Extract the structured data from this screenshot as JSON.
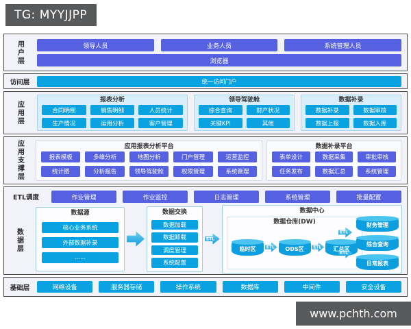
{
  "watermarks": {
    "top": "TG: MYYJJPP",
    "bottom": "www.pchth.com"
  },
  "colors": {
    "purple": "#5661e2",
    "cyan": "#0aa2e0",
    "band_bg": "#f2f3f9",
    "group_bg": "#d9eefb"
  },
  "layers": {
    "user": {
      "label": "用户层",
      "roles": [
        "领导人员",
        "业务人员",
        "系统管理人员"
      ],
      "browser": "浏览器"
    },
    "access": {
      "label": "访问层",
      "portal": "统一访问门户"
    },
    "application": {
      "label": "应用层",
      "groups": [
        {
          "title": "报表分析",
          "items": [
            "合同明细",
            "销售明细",
            "人员统计",
            "生产情况",
            "运用分析",
            "客户管理"
          ]
        },
        {
          "title": "领导驾驶舱",
          "items": [
            "综合查询",
            "财产状况",
            "关键KPI",
            "其他"
          ]
        },
        {
          "title": "数据补录",
          "items": [
            "数据补录",
            "数据审核",
            "数据上报",
            "数据入库"
          ]
        }
      ]
    },
    "support": {
      "label": "应用支撑层",
      "platforms": [
        {
          "title": "应用报表分析平台",
          "items": [
            "报表模板",
            "多维分析",
            "地图分析",
            "门户管理",
            "运营监控",
            "统计图",
            "分析报告",
            "领导驾驶舱",
            "权限管理",
            "系统管理"
          ]
        },
        {
          "title": "数据补录平台",
          "items": [
            "表单设计",
            "数据采集",
            "审批审核",
            "任务发布",
            "数据汇总",
            "系统管理"
          ]
        }
      ]
    },
    "etl": {
      "label": "ETL调度",
      "items": [
        "作业管理",
        "作业监控",
        "日志管理",
        "系统管理",
        "批量配置"
      ]
    },
    "data": {
      "label": "数据层",
      "etl_label": "ETL",
      "source": {
        "title": "数据源",
        "items": [
          "核心业务系统",
          "外部数据补录",
          "......"
        ]
      },
      "exchange": {
        "title": "数据交换",
        "items": [
          "数据加载",
          "数据卸载",
          "调度管理",
          "系统配置"
        ]
      },
      "center": {
        "title": "数据中心",
        "warehouse": {
          "title": "数据仓库(DW)",
          "zones": [
            "临时区",
            "ODS区",
            "汇总区"
          ]
        },
        "outputs": [
          "财务管理",
          "综合查询",
          "日常报表"
        ]
      }
    },
    "base": {
      "label": "基础层",
      "items": [
        "网络设备",
        "服务器存储",
        "操作系统",
        "数据库",
        "中间件",
        "安全设备"
      ]
    }
  }
}
